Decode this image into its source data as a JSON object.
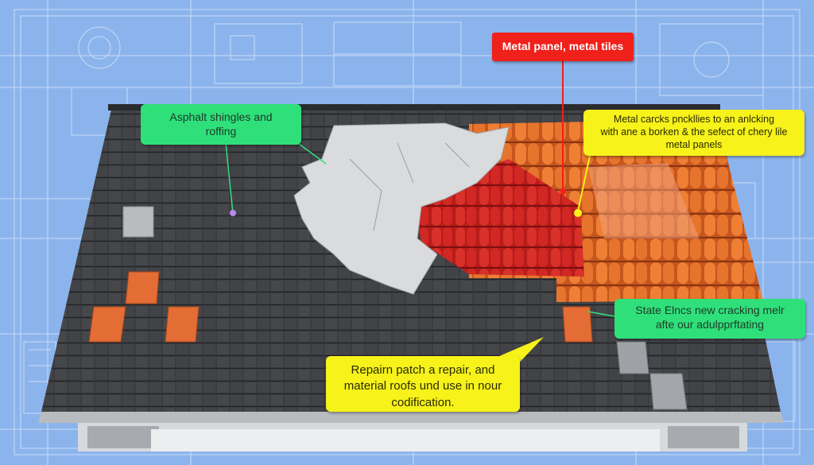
{
  "callouts": {
    "asphalt": {
      "line1": "Asphalt shingles and",
      "line2": "roffing"
    },
    "metal_panel": {
      "text": "Metal panel, metal tiles"
    },
    "metal_cracks": {
      "line1": "Metal carcks pnckllies to an anlcking",
      "line2": "with ane a borken & the sefect of chery lile",
      "line3": "metal panels"
    },
    "slate": {
      "line1": "State Elncs new cracking melr",
      "line2": "afte our adulpprftating"
    },
    "repair": {
      "line1": "Repairn patch a repair, and",
      "line2": "material roofs und use in nour",
      "line3": "codification."
    }
  },
  "colors": {
    "background": "#8cb4ec",
    "blueprint_line": "#cfe0fb",
    "asphalt": "#3a3b3e",
    "metal": "#d9dbdd",
    "red_tile": "#c9211e",
    "orange_tile": "#e4732c",
    "callout_green": "#2fe07a",
    "callout_yellow": "#f6f21a",
    "callout_red": "#f0201a"
  }
}
